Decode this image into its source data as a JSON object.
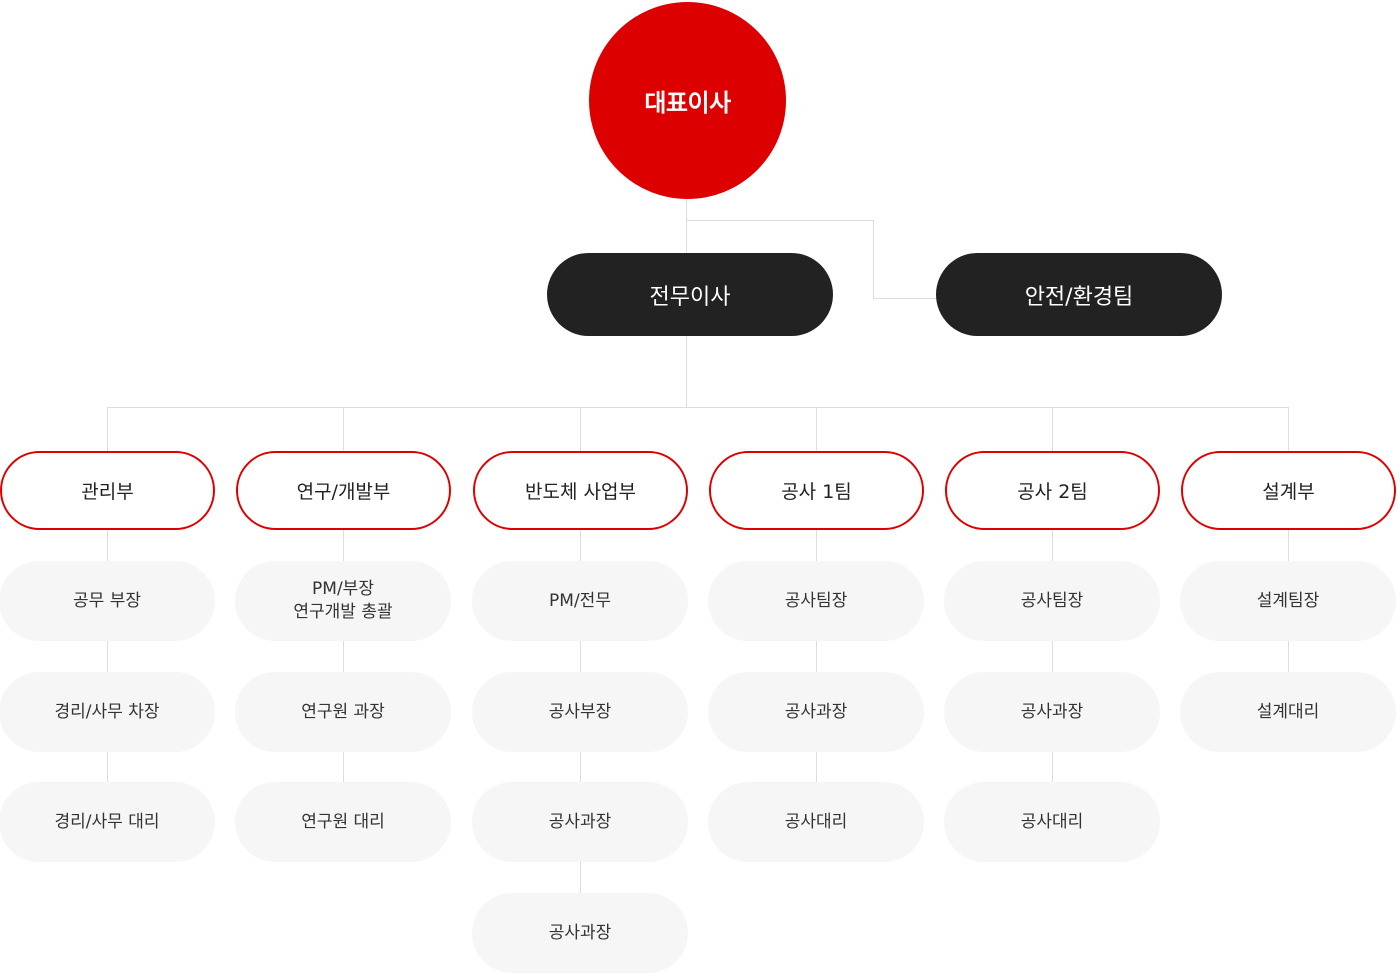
{
  "colors": {
    "ceo": "#dd0000",
    "executive": "#222222",
    "department_border": "#dd0000",
    "role_bg": "#f6f6f6",
    "connector": "#dddddd"
  },
  "ceo": {
    "label": "대표이사"
  },
  "executives": [
    {
      "label": "전무이사"
    },
    {
      "label": "안전/환경팀"
    }
  ],
  "departments": [
    {
      "label": "관리부",
      "roles": [
        {
          "lines": [
            "공무 부장"
          ]
        },
        {
          "lines": [
            "경리/사무 차장"
          ]
        },
        {
          "lines": [
            "경리/사무 대리"
          ]
        }
      ]
    },
    {
      "label": "연구/개발부",
      "roles": [
        {
          "lines": [
            "PM/부장",
            "연구개발 총괄"
          ]
        },
        {
          "lines": [
            "연구원 과장"
          ]
        },
        {
          "lines": [
            "연구원 대리"
          ]
        }
      ]
    },
    {
      "label": "반도체 사업부",
      "roles": [
        {
          "lines": [
            "PM/전무"
          ]
        },
        {
          "lines": [
            "공사부장"
          ]
        },
        {
          "lines": [
            "공사과장"
          ]
        },
        {
          "lines": [
            "공사과장"
          ]
        }
      ]
    },
    {
      "label": "공사 1팀",
      "roles": [
        {
          "lines": [
            "공사팀장"
          ]
        },
        {
          "lines": [
            "공사과장"
          ]
        },
        {
          "lines": [
            "공사대리"
          ]
        }
      ]
    },
    {
      "label": "공사 2팀",
      "roles": [
        {
          "lines": [
            "공사팀장"
          ]
        },
        {
          "lines": [
            "공사과장"
          ]
        },
        {
          "lines": [
            "공사대리"
          ]
        }
      ]
    },
    {
      "label": "설계부",
      "roles": [
        {
          "lines": [
            "설계팀장"
          ]
        },
        {
          "lines": [
            "설계대리"
          ]
        }
      ]
    }
  ]
}
